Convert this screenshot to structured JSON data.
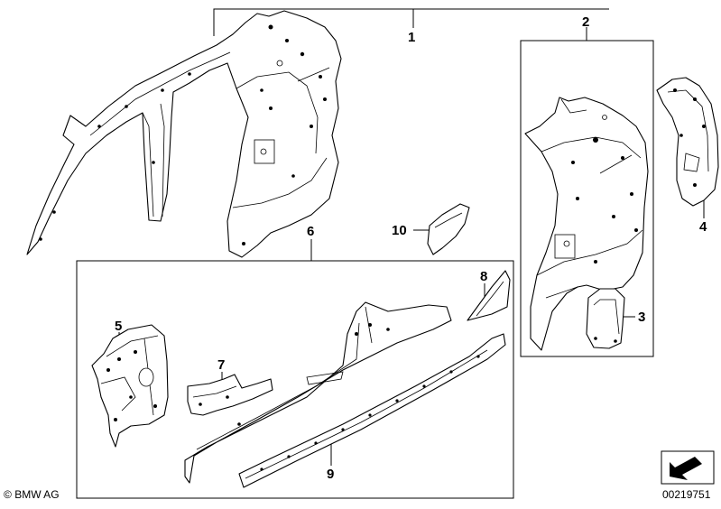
{
  "callouts": {
    "p1": "1",
    "p2": "2",
    "p3": "3",
    "p4": "4",
    "p5": "5",
    "p6": "6",
    "p7": "7",
    "p8": "8",
    "p9": "9",
    "p10": "10"
  },
  "footer": {
    "brand": "BMW AG",
    "copyright_symbol": "©",
    "diagram_number": "00219751"
  },
  "icons": {
    "nav_arrow": "arrow-icon"
  }
}
